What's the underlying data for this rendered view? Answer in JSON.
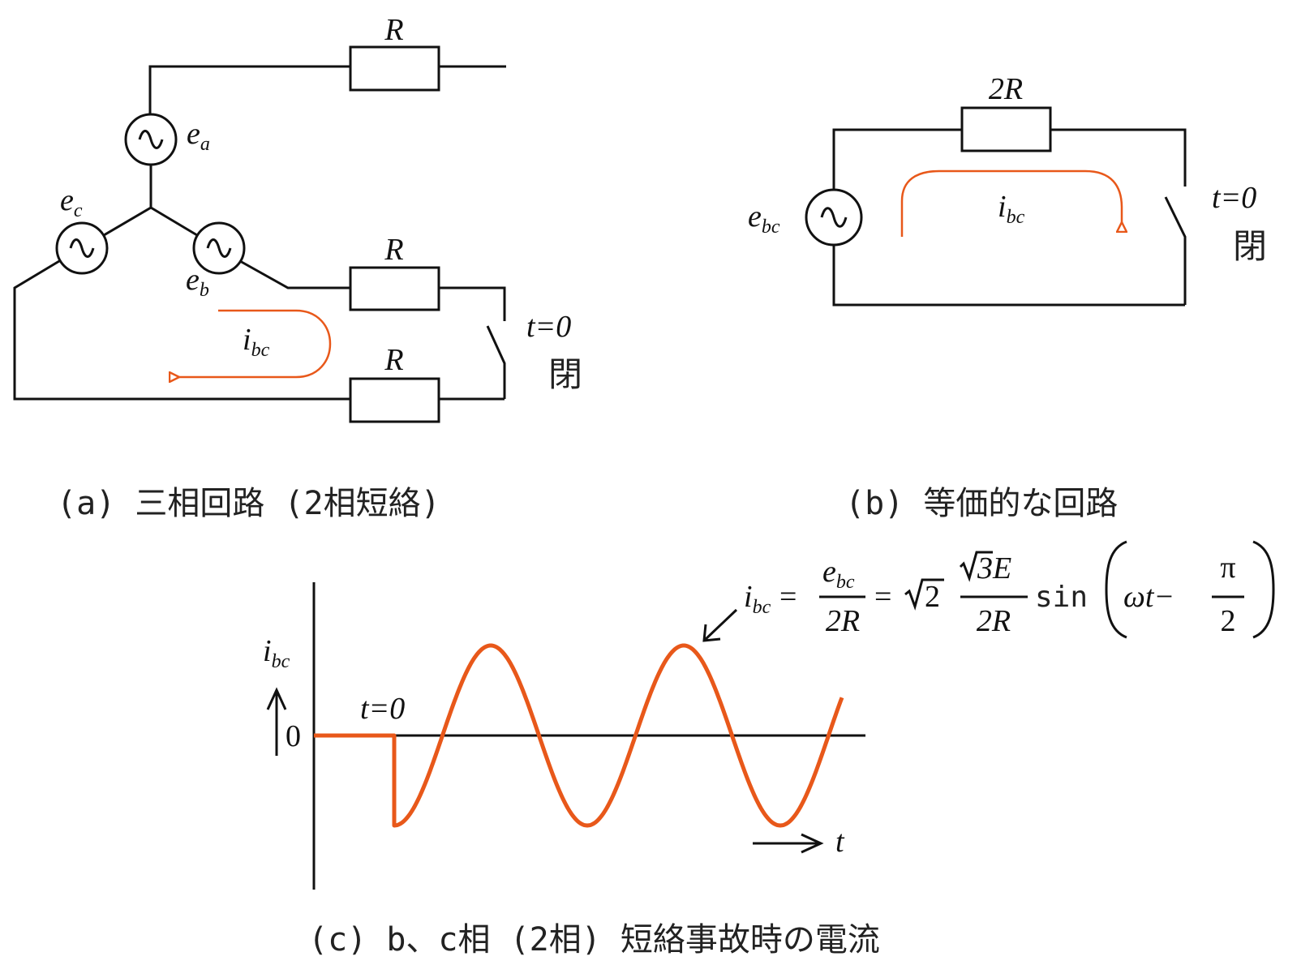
{
  "labels": {
    "R": "R",
    "two_R": "2R",
    "e": "e",
    "sub_a": "a",
    "sub_b": "b",
    "sub_c": "c",
    "sub_bc": "bc",
    "i": "i",
    "t_equals": "t=0",
    "t_var": "t",
    "close": "閉",
    "zero": "0"
  },
  "captions": {
    "a": "(a) 三相回路 (2相短絡)",
    "b": "(b) 等価的な回路",
    "c": "(c) b、c相 (2相) 短絡事故時の電流"
  },
  "formula": {
    "num1": "e",
    "num1_sub": "bc",
    "den1": "2R",
    "eq": "=",
    "sqrt2": "2",
    "num2": "3E",
    "den2": "2R",
    "sin": "sin",
    "omega_t": "ωt−",
    "pi": "π",
    "two": "2"
  },
  "colors": {
    "current": "#E8581A",
    "wire": "#111111"
  }
}
